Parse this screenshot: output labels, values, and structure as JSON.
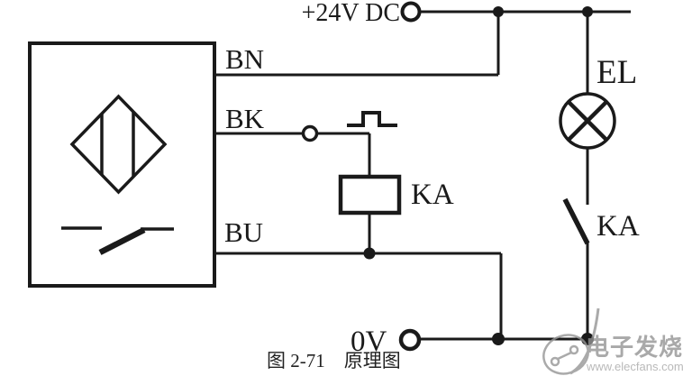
{
  "figure": {
    "caption": "图 2-71　原理图"
  },
  "labels": {
    "supply_positive": "+24V DC",
    "supply_zero": "0V",
    "wire_bn": "BN",
    "wire_bk": "BK",
    "wire_bu": "BU",
    "relay_coil": "KA",
    "relay_contact": "KA",
    "lamp": "EL"
  },
  "watermark": {
    "brand": "电子发烧友",
    "url": "www.elecfans.com"
  },
  "colors": {
    "line": "#1a1a1a",
    "background": "#ffffff",
    "watermark": "#969696"
  }
}
